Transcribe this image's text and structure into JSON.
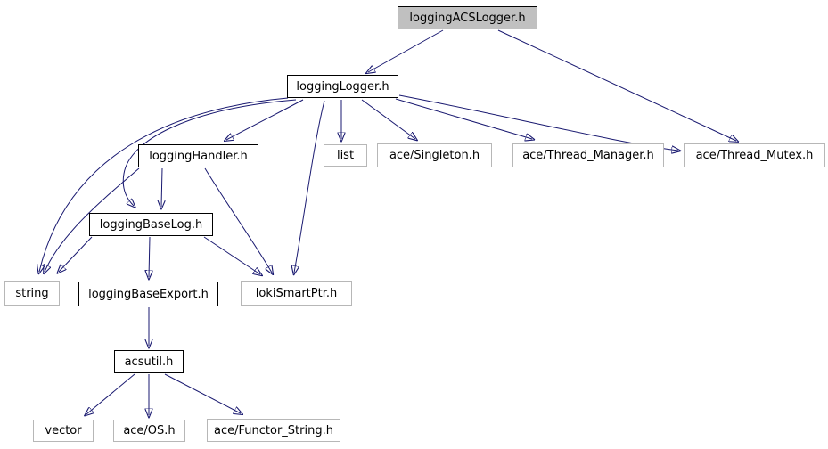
{
  "diagram": {
    "type": "include-dependency-graph",
    "root_file": "loggingACSLogger.h",
    "colors": {
      "background": "#ffffff",
      "edge": "#191970",
      "node_border_documented": "#000000",
      "node_border_external": "#b7b7b7",
      "node_fill": "#ffffff",
      "root_node_fill": "#c0c0c0",
      "text": "#000000"
    },
    "nodes": [
      {
        "label": "loggingACSLogger.h",
        "kind": "root"
      },
      {
        "label": "loggingLogger.h",
        "kind": "documented"
      },
      {
        "label": "loggingHandler.h",
        "kind": "documented"
      },
      {
        "label": "list",
        "kind": "external"
      },
      {
        "label": "ace/Singleton.h",
        "kind": "external"
      },
      {
        "label": "ace/Thread_Manager.h",
        "kind": "external"
      },
      {
        "label": "ace/Thread_Mutex.h",
        "kind": "external"
      },
      {
        "label": "loggingBaseLog.h",
        "kind": "documented"
      },
      {
        "label": "string",
        "kind": "external"
      },
      {
        "label": "loggingBaseExport.h",
        "kind": "documented"
      },
      {
        "label": "lokiSmartPtr.h",
        "kind": "external"
      },
      {
        "label": "acsutil.h",
        "kind": "documented"
      },
      {
        "label": "vector",
        "kind": "external"
      },
      {
        "label": "ace/OS.h",
        "kind": "external"
      },
      {
        "label": "ace/Functor_String.h",
        "kind": "external"
      }
    ],
    "edges": [
      {
        "from": "loggingACSLogger.h",
        "to": "loggingLogger.h"
      },
      {
        "from": "loggingACSLogger.h",
        "to": "ace/Thread_Mutex.h"
      },
      {
        "from": "loggingLogger.h",
        "to": "loggingHandler.h"
      },
      {
        "from": "loggingLogger.h",
        "to": "list"
      },
      {
        "from": "loggingLogger.h",
        "to": "ace/Singleton.h"
      },
      {
        "from": "loggingLogger.h",
        "to": "ace/Thread_Manager.h"
      },
      {
        "from": "loggingLogger.h",
        "to": "ace/Thread_Mutex.h"
      },
      {
        "from": "loggingLogger.h",
        "to": "string"
      },
      {
        "from": "loggingLogger.h",
        "to": "loggingBaseLog.h"
      },
      {
        "from": "loggingLogger.h",
        "to": "lokiSmartPtr.h"
      },
      {
        "from": "loggingHandler.h",
        "to": "loggingBaseLog.h"
      },
      {
        "from": "loggingHandler.h",
        "to": "string"
      },
      {
        "from": "loggingHandler.h",
        "to": "lokiSmartPtr.h"
      },
      {
        "from": "loggingBaseLog.h",
        "to": "string"
      },
      {
        "from": "loggingBaseLog.h",
        "to": "loggingBaseExport.h"
      },
      {
        "from": "loggingBaseLog.h",
        "to": "lokiSmartPtr.h"
      },
      {
        "from": "loggingBaseExport.h",
        "to": "acsutil.h"
      },
      {
        "from": "acsutil.h",
        "to": "vector"
      },
      {
        "from": "acsutil.h",
        "to": "ace/OS.h"
      },
      {
        "from": "acsutil.h",
        "to": "ace/Functor_String.h"
      }
    ]
  }
}
